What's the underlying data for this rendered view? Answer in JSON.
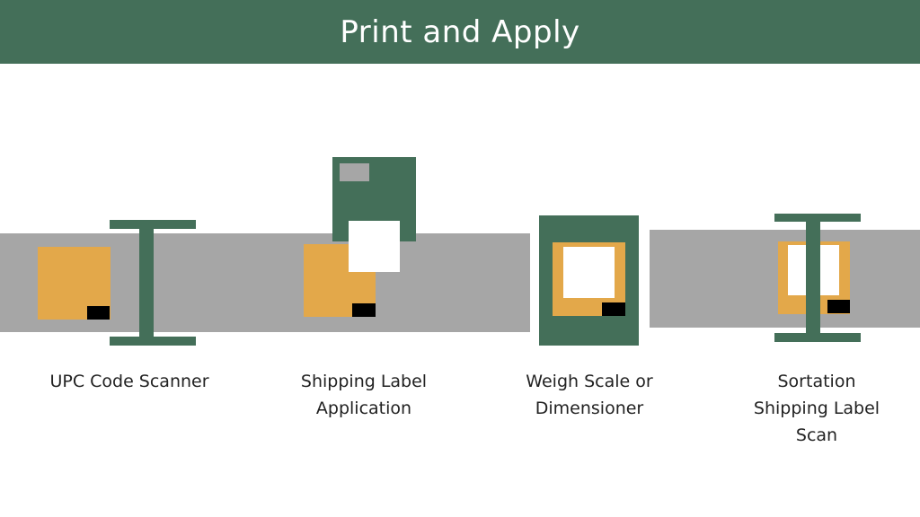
{
  "header": {
    "title": "Print and Apply"
  },
  "colors": {
    "brand_green": "#446f59",
    "conveyor_gray": "#a6a6a6",
    "package_orange": "#e3a84a",
    "label_white": "#ffffff",
    "barcode_black": "#000000"
  },
  "stages": [
    {
      "name": "upc-code-scanner",
      "caption_lines": [
        "UPC Code Scanner"
      ]
    },
    {
      "name": "shipping-label-application",
      "caption_lines": [
        "Shipping Label",
        "Application"
      ]
    },
    {
      "name": "weigh-scale-or-dimensioner",
      "caption_lines": [
        "Weigh Scale or",
        "Dimensioner"
      ]
    },
    {
      "name": "sortation-shipping-label-scan",
      "caption_lines": [
        "Sortation",
        "Shipping Label",
        "Scan"
      ]
    }
  ]
}
